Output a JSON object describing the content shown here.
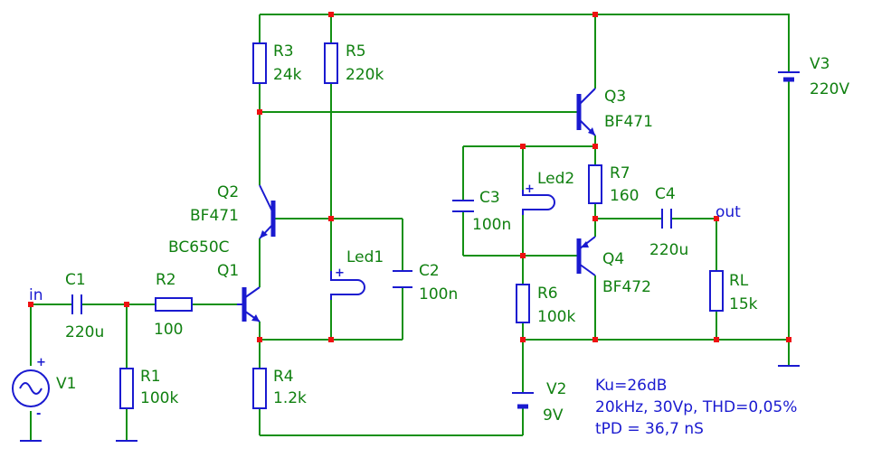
{
  "nodes": {
    "in": "in",
    "out": "out"
  },
  "components": {
    "V1": {
      "name": "V1"
    },
    "C1": {
      "name": "C1",
      "value": "220u"
    },
    "R1": {
      "name": "R1",
      "value": "100k"
    },
    "R2": {
      "name": "R2",
      "value": "100"
    },
    "Q1": {
      "name": "Q1",
      "model": "BC650C"
    },
    "Q2": {
      "name": "Q2",
      "model": "BF471"
    },
    "R3": {
      "name": "R3",
      "value": "24k"
    },
    "R4": {
      "name": "R4",
      "value": "1.2k"
    },
    "R5": {
      "name": "R5",
      "value": "220k"
    },
    "Led1": {
      "name": "Led1"
    },
    "C2": {
      "name": "C2",
      "value": "100n"
    },
    "Q3": {
      "name": "Q3",
      "model": "BF471"
    },
    "V3": {
      "name": "V3",
      "value": "220V"
    },
    "C3": {
      "name": "C3",
      "value": "100n"
    },
    "Led2": {
      "name": "Led2"
    },
    "R7": {
      "name": "R7",
      "value": "160"
    },
    "C4": {
      "name": "C4",
      "value": "220u"
    },
    "Q4": {
      "name": "Q4",
      "model": "BF472"
    },
    "R6": {
      "name": "R6",
      "value": "100k"
    },
    "RL": {
      "name": "RL",
      "value": "15k"
    },
    "V2": {
      "name": "V2",
      "value": "9V"
    }
  },
  "notes": {
    "gain": "Ku=26dB",
    "test": "20kHz, 30Vp, THD=0,05%",
    "delay": "tPD = 36,7 nS"
  }
}
